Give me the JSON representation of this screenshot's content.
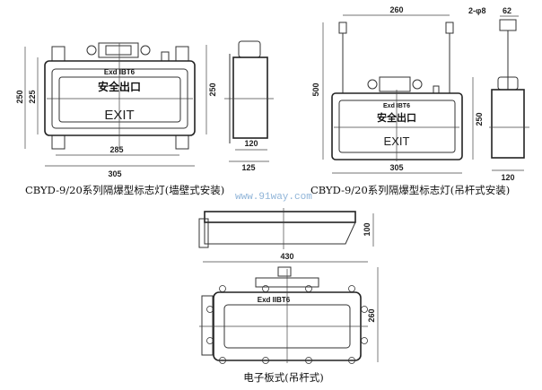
{
  "wall_mount": {
    "marking": "Exd IBT6",
    "sign_cn": "安全出口",
    "sign_en": "EXIT",
    "dims": {
      "height_outer": "250",
      "height_inner": "225",
      "height_right": "250",
      "width_inner": "285",
      "width_outer": "305",
      "depth_body": "120",
      "depth_total": "125"
    },
    "caption": "CBYD-9/20系列隔爆型标志灯(墙壁式安装)"
  },
  "pole_mount": {
    "marking": "Exd IBT6",
    "sign_cn": "安全出口",
    "sign_en": "EXIT",
    "dims": {
      "rod_spacing": "260",
      "total_height": "500",
      "body_height": "250",
      "width": "305",
      "hole": "2-φ8",
      "bracket": "62",
      "depth": "120"
    },
    "caption": "CBYD-9/20系列隔爆型标志灯(吊杆式安装)"
  },
  "electronic_board": {
    "marking": "Exd IIBT6",
    "dims": {
      "depth": "100",
      "width": "430",
      "height": "260"
    },
    "caption": "电子板式(吊杆式)"
  },
  "watermark": "www.91way.com"
}
